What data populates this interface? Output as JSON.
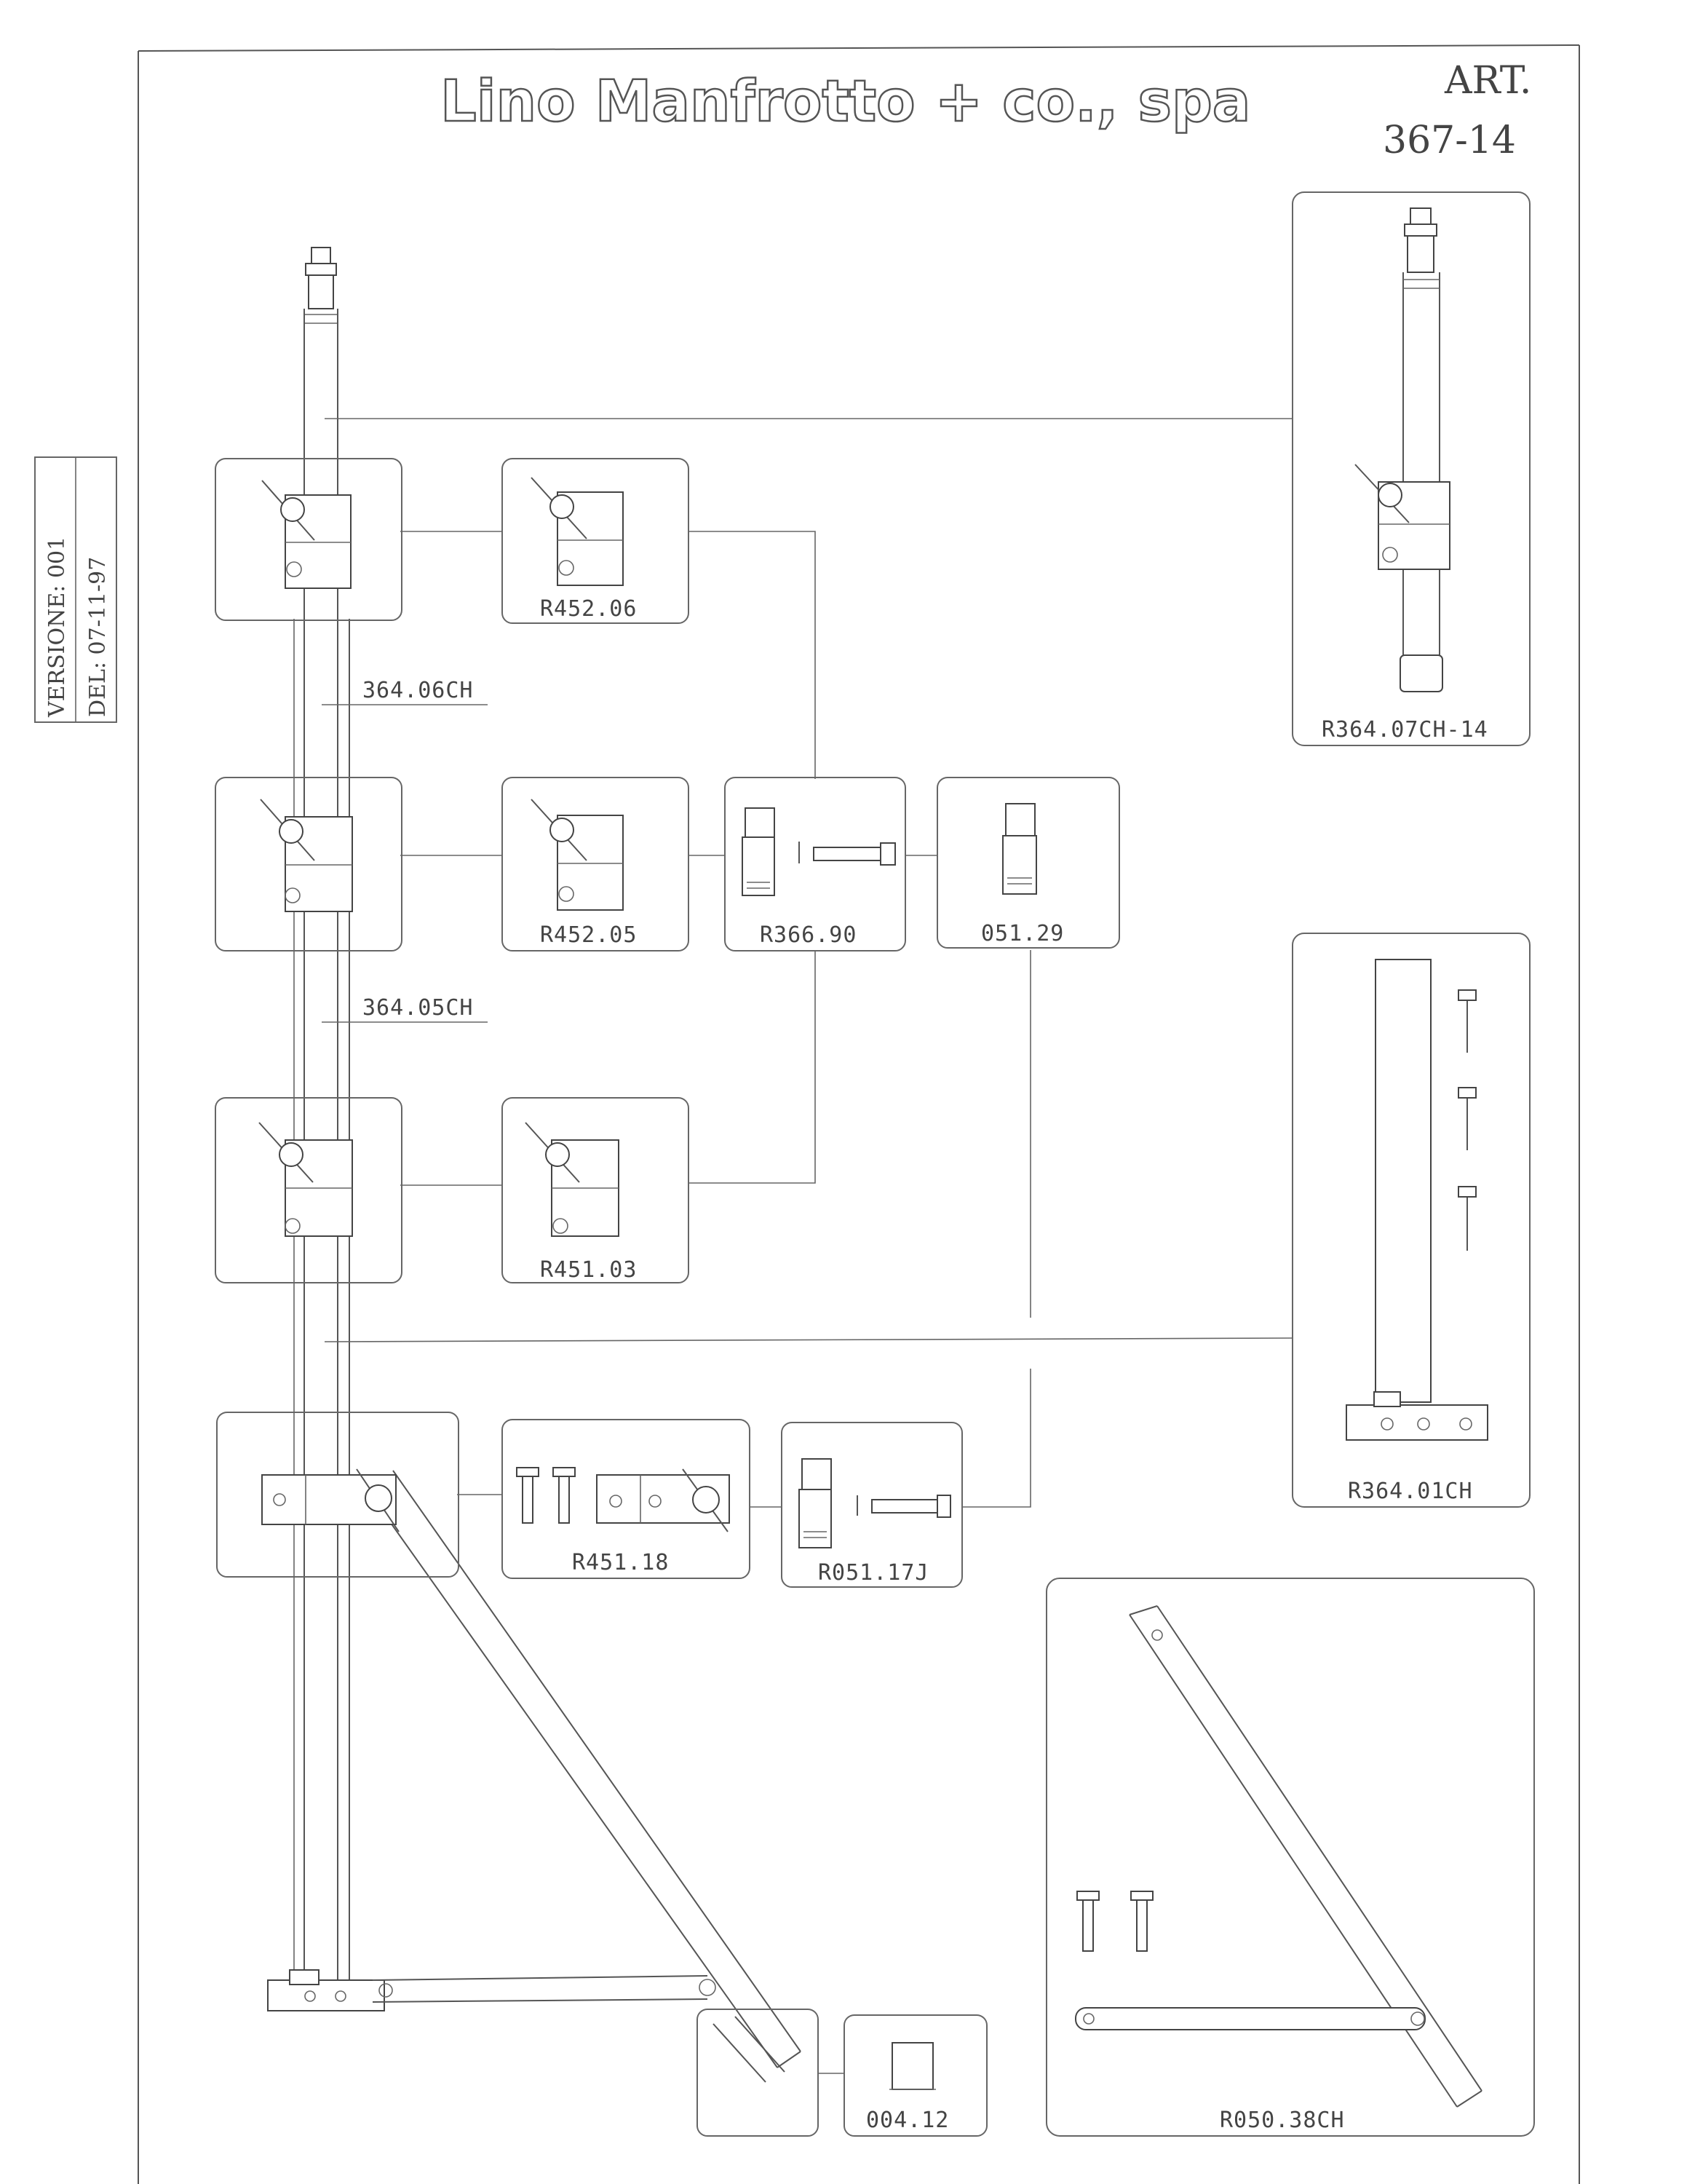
{
  "header": {
    "company": "Lino Manfrotto + co., spa",
    "art_label": "ART.",
    "art_number": "367-14"
  },
  "side_tab": {
    "version": "VERSIONE: 001",
    "date": "DEL: 07-11-97"
  },
  "parts": {
    "tube_06": "364.06CH",
    "tube_05": "364.05CH",
    "clamp_06": "R452.06",
    "clamp_05": "R452.05",
    "clamp_03": "R451.03",
    "bolt_kit": "R366.90",
    "knob": "051.29",
    "top_section": "R364.07CH-14",
    "base_leg": "R364.01CH",
    "hinge_kit": "R451.18",
    "bolt_kit_2": "R051.17J",
    "foot_cap": "004.12",
    "brace_leg": "R050.38CH"
  }
}
